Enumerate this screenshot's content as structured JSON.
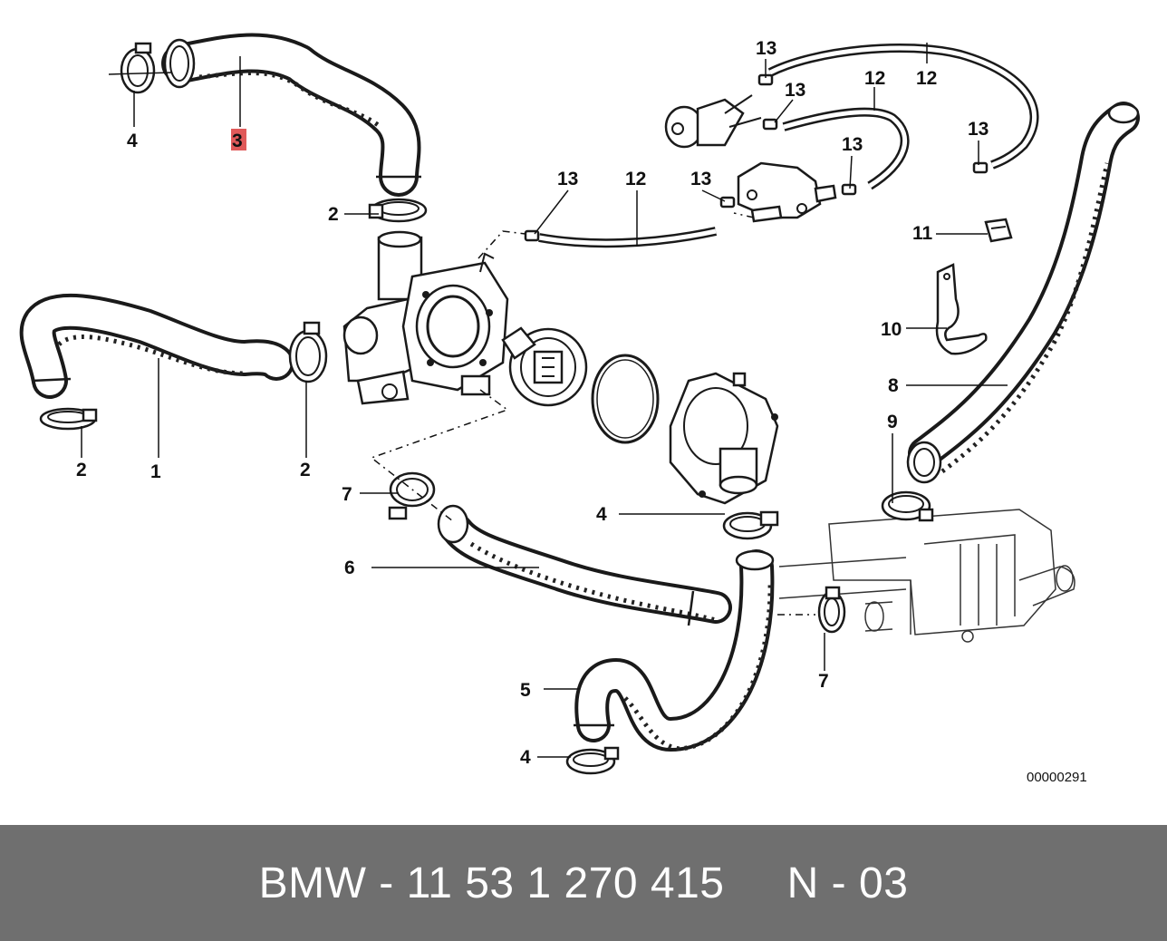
{
  "diagram": {
    "callouts": {
      "c1": "1",
      "c2a": "2",
      "c2b": "2",
      "c2c": "2",
      "c3": "3",
      "c4a": "4",
      "c4b": "4",
      "c4c": "4",
      "c5": "5",
      "c6": "6",
      "c7a": "7",
      "c7b": "7",
      "c8": "8",
      "c9": "9",
      "c10": "10",
      "c11": "11",
      "c12a": "12",
      "c12b": "12",
      "c12c": "12",
      "c13a": "13",
      "c13b": "13",
      "c13c": "13",
      "c13d": "13",
      "c13e": "13",
      "c13f": "13"
    },
    "highlight_color": "#e05a5a",
    "reference_number": "00000291"
  },
  "footer": {
    "text": "BMW - 11 53 1 270 415     N - 03",
    "background": "#6f6f6f"
  }
}
